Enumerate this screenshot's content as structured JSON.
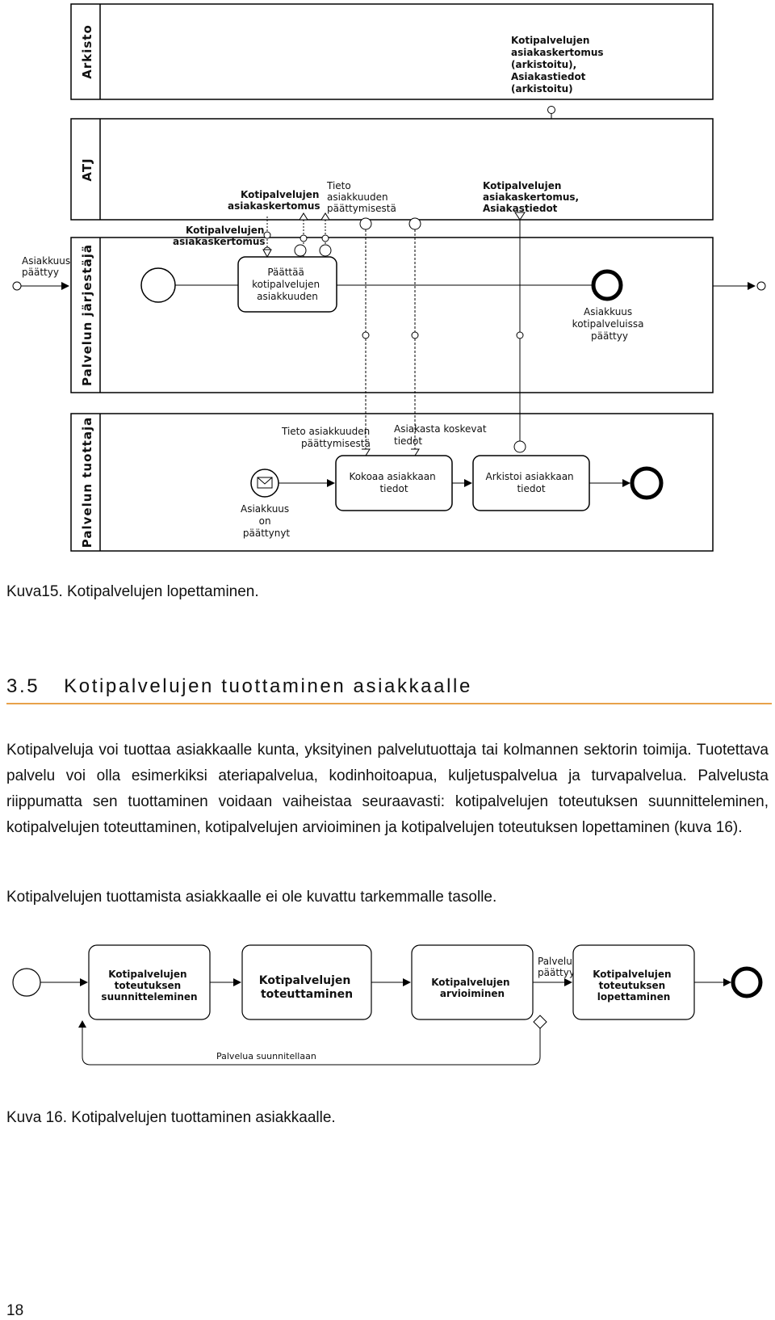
{
  "figure15": {
    "lanes": [
      "Arkisto",
      "ATJ",
      "Palvelun järjestäjä",
      "Palvelun tuottaja"
    ],
    "archive_note": [
      "Kotipalvelujen",
      "asiakaskertomus",
      "(arkistoitu),",
      "Asiakastiedot",
      "(arkistoitu)"
    ],
    "atj_label1": [
      "Kotipalvelujen",
      "asiakaskertomus"
    ],
    "atj_label2": [
      "Tieto",
      "asiakkuuden",
      "päättymisestä"
    ],
    "atj_label3": [
      "Kotipalvelujen",
      "asiakaskertomus,",
      "Asiakastiedot"
    ],
    "jarjestaja_label": [
      "Kotipalvelujen",
      "asiakaskertomus"
    ],
    "entry_label": [
      "Asiakkuus",
      "päättyy"
    ],
    "task_paattaa": [
      "Päättää",
      "kotipalvelujen",
      "asiakkuuden"
    ],
    "end_label": [
      "Asiakkuus",
      "kotipalveluissa",
      "päättyy"
    ],
    "tuottaja_label1": [
      "Tieto asiakkuuden",
      "päättymisestä"
    ],
    "tuottaja_label2": [
      "Asiakasta koskevat",
      "tiedot"
    ],
    "message_start_label": [
      "Asiakkuus",
      "on",
      "päättynyt"
    ],
    "task_kokoaa": [
      "Kokoaa asiakkaan",
      "tiedot"
    ],
    "task_arkistoi": [
      "Arkistoi asiakkaan",
      "tiedot"
    ]
  },
  "caption15": "Kuva15. Kotipalvelujen lopettaminen.",
  "section": {
    "number": "3.5",
    "title": "Kotipalvelujen tuottaminen asiakkaalle"
  },
  "para1": "Kotipalveluja voi tuottaa asiakkaalle kunta, yksityinen palvelutuottaja tai kolmannen sektorin toimija. Tuotettava palvelu voi olla esimerkiksi ateriapalvelua, kodinhoitoapua, kuljetuspalvelua ja turvapalvelua. Palvelusta riippumatta sen tuottaminen voidaan vaiheistaa seuraavasti: kotipalvelujen toteutuksen suunnitteleminen, kotipalvelujen toteuttaminen, kotipalvelujen arvioiminen ja kotipalvelujen toteutuksen lopettaminen (kuva 16).",
  "para2": "Kotipalvelujen tuottamista asiakkaalle ei ole kuvattu tarkemmalle tasolle.",
  "figure16": {
    "task1": [
      "Kotipalvelujen",
      "toteutuksen",
      "suunnitteleminen"
    ],
    "task2": [
      "Kotipalvelujen",
      "toteuttaminen"
    ],
    "task3": [
      "Kotipalvelujen",
      "arvioiminen"
    ],
    "task4": [
      "Kotipalvelujen",
      "toteutuksen",
      "lopettaminen"
    ],
    "gateway_label": [
      "Palvelu",
      "päättyy"
    ],
    "loop_label": "Palvelua suunnitellaan"
  },
  "caption16": "Kuva 16. Kotipalvelujen tuottaminen asiakkaalle.",
  "page_number": "18"
}
